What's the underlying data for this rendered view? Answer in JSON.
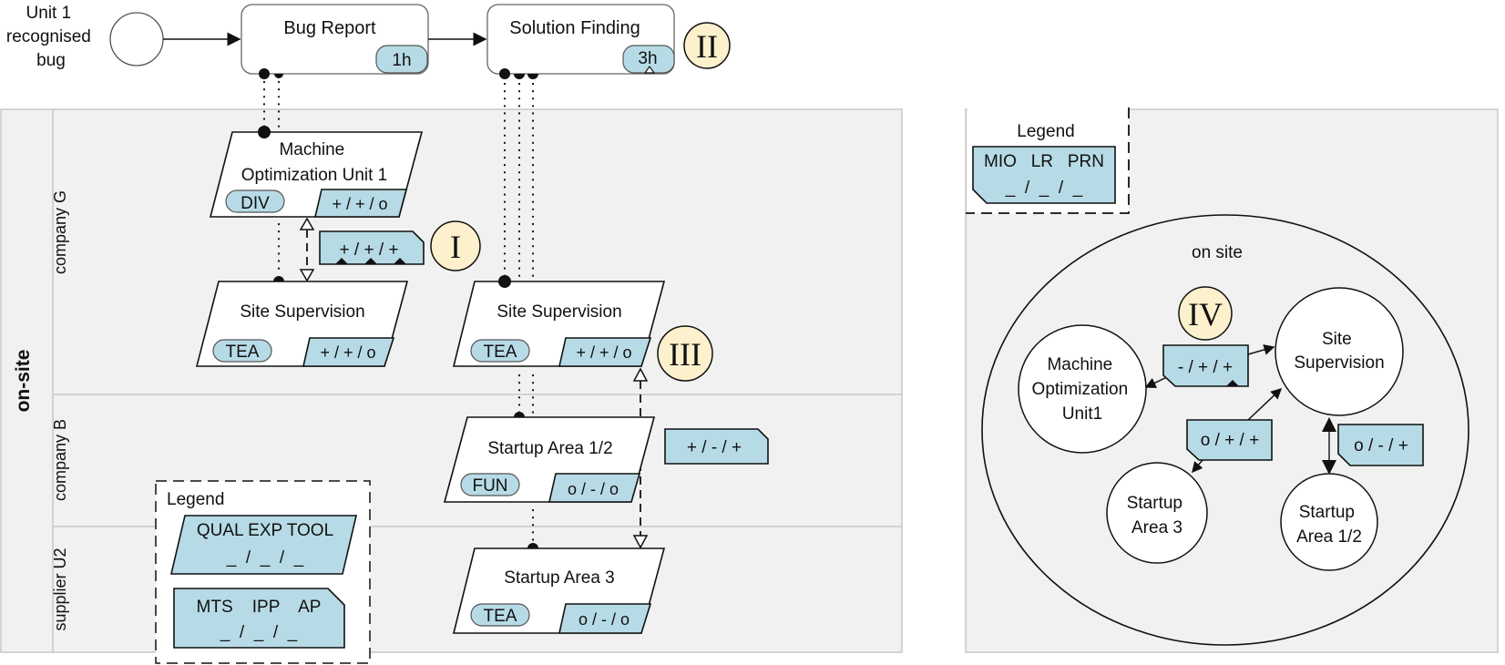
{
  "process": {
    "start_event": {
      "label_lines": [
        "Unit 1",
        "recognised",
        "bug"
      ]
    },
    "tasks": [
      {
        "id": "bug-report",
        "label": "Bug Report",
        "duration": "1h"
      },
      {
        "id": "solution-finding",
        "label": "Solution Finding",
        "duration": "3h"
      }
    ]
  },
  "pool": {
    "label": "on-site",
    "lanes": [
      {
        "id": "company-g",
        "label": "company G"
      },
      {
        "id": "company-b",
        "label": "company B"
      },
      {
        "id": "supplier-u2",
        "label": "supplier U2"
      }
    ]
  },
  "roles": [
    {
      "id": "mou1",
      "label_lines": [
        "Machine",
        "Optimization Unit 1"
      ],
      "tag": "DIV",
      "rating": "+ / + / o"
    },
    {
      "id": "site-sup-1",
      "label_lines": [
        "Site Supervision"
      ],
      "tag": "TEA",
      "rating": "+ / + / o"
    },
    {
      "id": "site-sup-2",
      "label_lines": [
        "Site Supervision"
      ],
      "tag": "TEA",
      "rating": "+ / + / o"
    },
    {
      "id": "startup-12",
      "label_lines": [
        "Startup Area 1/2"
      ],
      "tag": "FUN",
      "rating": "o / - / o"
    },
    {
      "id": "startup-3",
      "label_lines": [
        "Startup Area 3"
      ],
      "tag": "TEA",
      "rating": "o / - / o"
    }
  ],
  "relation_ratings": [
    {
      "id": "rel-i",
      "value": "+ / + / +"
    },
    {
      "id": "rel-b",
      "value": "+ / - / +"
    }
  ],
  "badges": [
    "I",
    "II",
    "III",
    "IV"
  ],
  "legend_left": {
    "title": "Legend",
    "role_header": "QUAL EXP TOOL",
    "role_placeholder": "_  /  _  /  _",
    "relation_header": "MTS    IPP    AP",
    "relation_placeholder": "_  /  _  /  _"
  },
  "network": {
    "legend": {
      "title": "Legend",
      "header": "MIO   LR   PRN",
      "placeholder": "_  /  _  /  _"
    },
    "region_label": "on site",
    "nodes": [
      {
        "id": "n-mou1",
        "label_lines": [
          "Machine",
          "Optimization",
          "Unit1"
        ]
      },
      {
        "id": "n-site",
        "label_lines": [
          "Site",
          "Supervision"
        ]
      },
      {
        "id": "n-sa3",
        "label_lines": [
          "Startup",
          "Area 3"
        ]
      },
      {
        "id": "n-sa12",
        "label_lines": [
          "Startup",
          "Area 1/2"
        ]
      }
    ],
    "edge_ratings": [
      {
        "id": "e-mou-site",
        "value": "- / + / +"
      },
      {
        "id": "e-sa3-site",
        "value": "o / + / +"
      },
      {
        "id": "e-sa12-site",
        "value": "o / - / +"
      }
    ]
  },
  "colors": {
    "lane_bg": "#f1f1f1",
    "rating_fill": "#b7dbe6",
    "badge_fill": "#fdf0cc"
  }
}
